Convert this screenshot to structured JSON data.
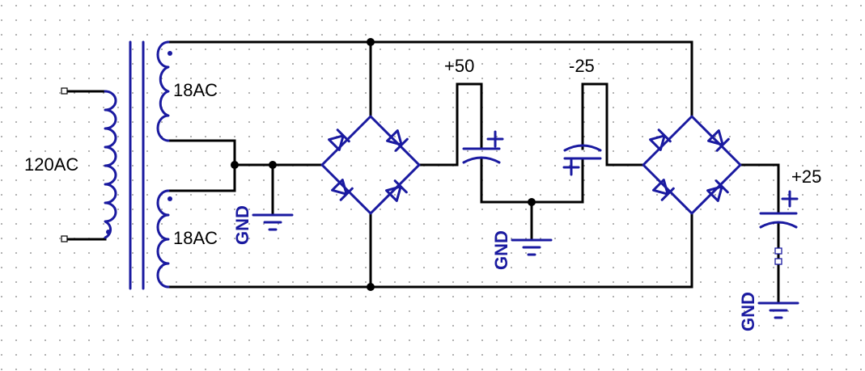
{
  "colors": {
    "wire": "#000000",
    "symbol": "#1a1aa0",
    "grid": "#9a9a9a",
    "background": "#ffffff"
  },
  "labels": {
    "primary": "120AC",
    "secondary_top": "18AC",
    "secondary_bottom": "18AC",
    "rail_pos50": "+50",
    "rail_neg25": "-25",
    "rail_pos25": "+25",
    "gnd_1": "GND",
    "gnd_2": "GND",
    "gnd_3": "GND"
  },
  "components": {
    "transformer": {
      "icon": "transformer-icon"
    },
    "bridges": [
      "bridge-rectifier-icon",
      "bridge-rectifier-icon"
    ],
    "capacitors": [
      "polarized-capacitor-icon",
      "polarized-capacitor-icon",
      "polarized-capacitor-icon"
    ],
    "grounds": [
      "ground-icon",
      "ground-icon",
      "ground-icon"
    ]
  }
}
